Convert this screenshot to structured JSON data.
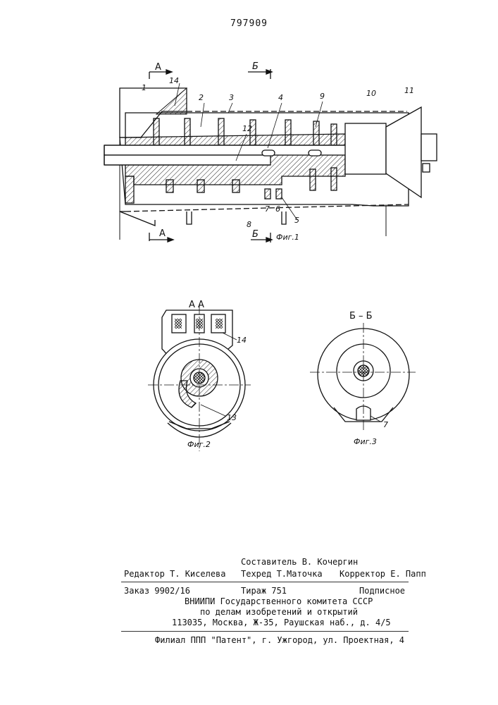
{
  "patent_number": "797909",
  "fig1": {
    "section_a": "А",
    "section_b": "Б",
    "caption": "Фиг.1",
    "callouts": [
      "1",
      "14",
      "2",
      "3",
      "4",
      "9",
      "10",
      "11",
      "12",
      "8",
      "7",
      "6",
      "5"
    ]
  },
  "fig2": {
    "title": "А А",
    "caption": "Фиг.2",
    "callouts": [
      "14",
      "13"
    ]
  },
  "fig3": {
    "title": "Б – Б",
    "caption": "Фиг.3",
    "callouts": [
      "7"
    ]
  },
  "imprint": {
    "editor": "Редактор Т. Киселева",
    "compiler": "Составитель В. Кочергин",
    "techred": "Техред Т.Маточка",
    "corrector": "Корректор Е. Папп",
    "order": "Заказ 9902/16",
    "circulation": "Тираж 751",
    "subscription": "Подписное",
    "org1": "ВНИИПИ Государственного комитета СССР",
    "org2": "по делам изобретений и открытий",
    "address": "113035, Москва, Ж-35, Раушская наб., д. 4/5",
    "branch": "Филиал ППП \"Патент\", г. Ужгород, ул. Проектная, 4"
  }
}
